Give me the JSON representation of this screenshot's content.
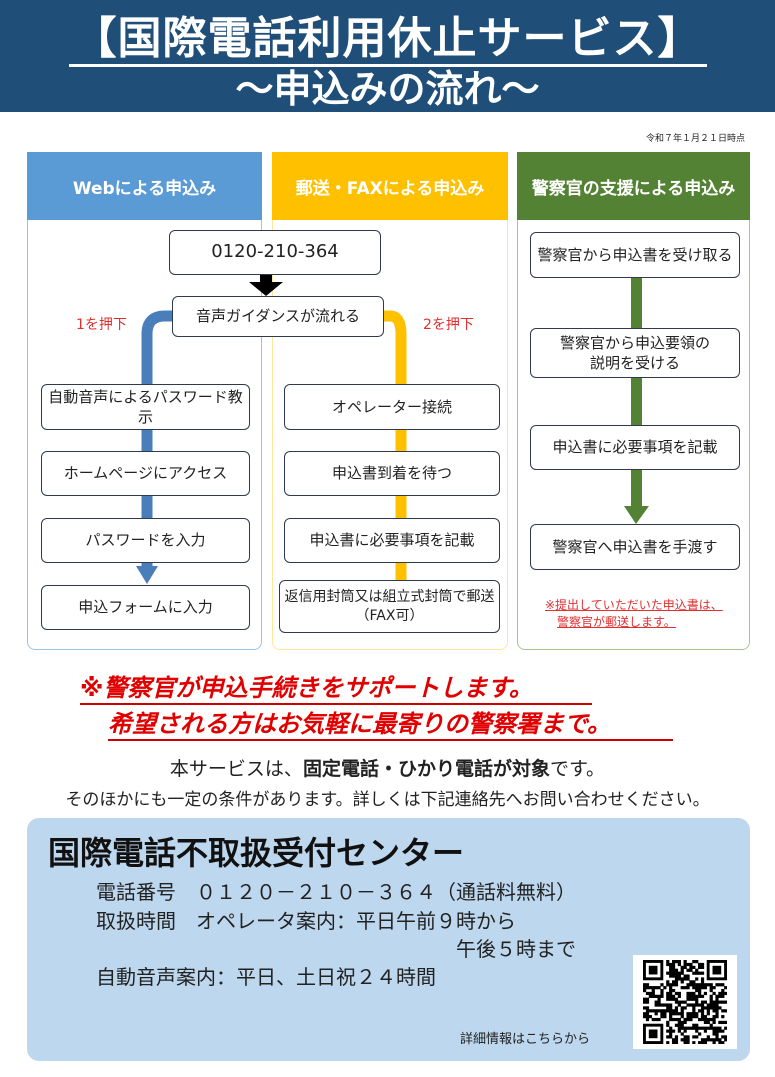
{
  "header": {
    "title": "【国際電話利用休止サービス】",
    "subtitle": "～申込みの流れ～"
  },
  "date": "令和７年１月２１日時点",
  "columns": [
    {
      "title": "Webによる申込み",
      "color": "#5b9bd5",
      "steps": [
        "自動音声によるパスワード教示",
        "ホームページにアクセス",
        "パスワードを入力",
        "申込フォームに入力"
      ],
      "press": "1を押下"
    },
    {
      "title": "郵送・FAXによる申込み",
      "color": "#ffc000",
      "steps": [
        "オペレーター接続",
        "申込書到着を待つ",
        "申込書に必要事項を記載",
        "返信用封筒又は組立式封筒で郵送",
        "（FAX可）"
      ],
      "press": "2を押下"
    },
    {
      "title": "警察官の支援による申込み",
      "color": "#548235",
      "steps": [
        "警察官から申込書を受け取る",
        "警察官から申込要領の",
        "説明を受ける",
        "申込書に必要事項を記載",
        "警察官へ申込書を手渡す"
      ],
      "note": [
        "※提出していただいた申込書は、",
        "警察官が郵送します。"
      ]
    }
  ],
  "phone_box": "0120-210-364",
  "voice_box": "音声ガイダンスが流れる",
  "support": [
    "※警察官が申込手続きをサポートします。",
    "希望される方はお気軽に最寄りの警察署まで。"
  ],
  "target": {
    "pre": "本サービスは、",
    "bold": "固定電話・ひかり電話が対象",
    "post": "です。"
  },
  "conditions": "そのほかにも一定の条件があります。詳しくは下記連絡先へお問い合わせください。",
  "contact": {
    "title": "国際電話不取扱受付センター",
    "phone": "電話番号　０１２０－２１０－３６４（通話料無料）",
    "hours1": "取扱時間　オペレータ案内：平日午前９時から",
    "hours2": "午後５時まで",
    "auto": "自動音声案内：平日、土日祝２４時間",
    "qr_label": "詳細情報はこちらから"
  }
}
